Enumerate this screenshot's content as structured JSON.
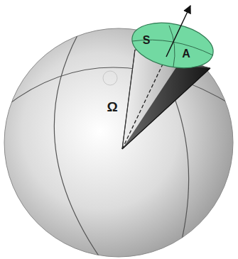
{
  "diagram": {
    "labels": [
      "S",
      "A",
      "Ω"
    ]
  }
}
